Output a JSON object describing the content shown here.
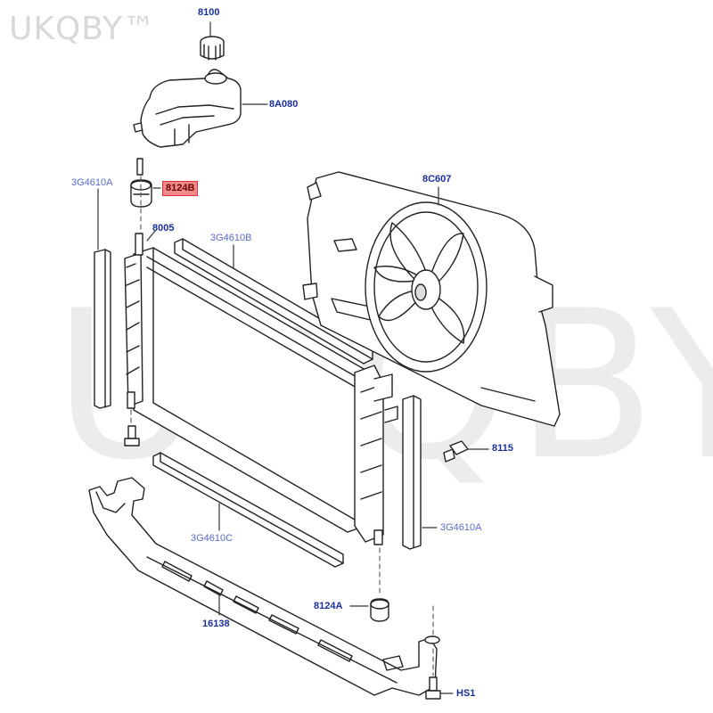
{
  "watermark": {
    "text": "UKQBY™"
  },
  "labels": {
    "cap": "8100",
    "tank": "8A080",
    "mount_top": "8124B",
    "air_seal_left": "3G4610A",
    "radiator": "8005",
    "air_seal_top": "3G4610B",
    "fan_shroud": "8C607",
    "drain_plug": "8115",
    "air_seal_right": "3G4610A",
    "air_seal_bottom": "3G4610C",
    "mount_bottom": "8124A",
    "support_bracket": "16138",
    "bolt": "HS1"
  },
  "colors": {
    "label_text": "#1a2f9c",
    "highlight_fill": "#f08a8a",
    "highlight_border": "#dd3333",
    "line_art": "#222222"
  }
}
